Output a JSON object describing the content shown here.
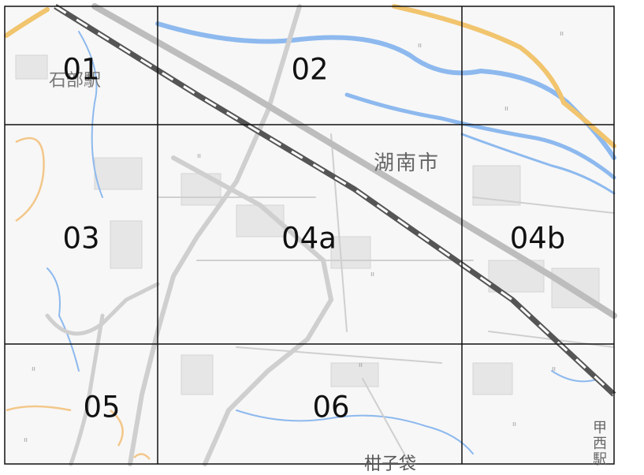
{
  "colors": {
    "paper": "#f7f7f7",
    "water": "#8db9ee",
    "road": "#c8c8c8",
    "major_road": "#f1c46e",
    "contour": "#f3c78a",
    "railway": "#555555",
    "grid_line": "#111111"
  },
  "grid": {
    "cells": [
      {
        "id": "01",
        "label": "01"
      },
      {
        "id": "02",
        "label": "02"
      },
      {
        "id": "03",
        "label": "03"
      },
      {
        "id": "04a",
        "label": "04a"
      },
      {
        "id": "04b",
        "label": "04b"
      },
      {
        "id": "05",
        "label": "05"
      },
      {
        "id": "06",
        "label": "06"
      }
    ]
  },
  "map_labels": {
    "city": "湖南市",
    "station_top_left": "石部駅",
    "station_right_1": "甲",
    "station_right_2": "西",
    "station_right_3": "駅",
    "bottom_place": "柑子袋"
  }
}
